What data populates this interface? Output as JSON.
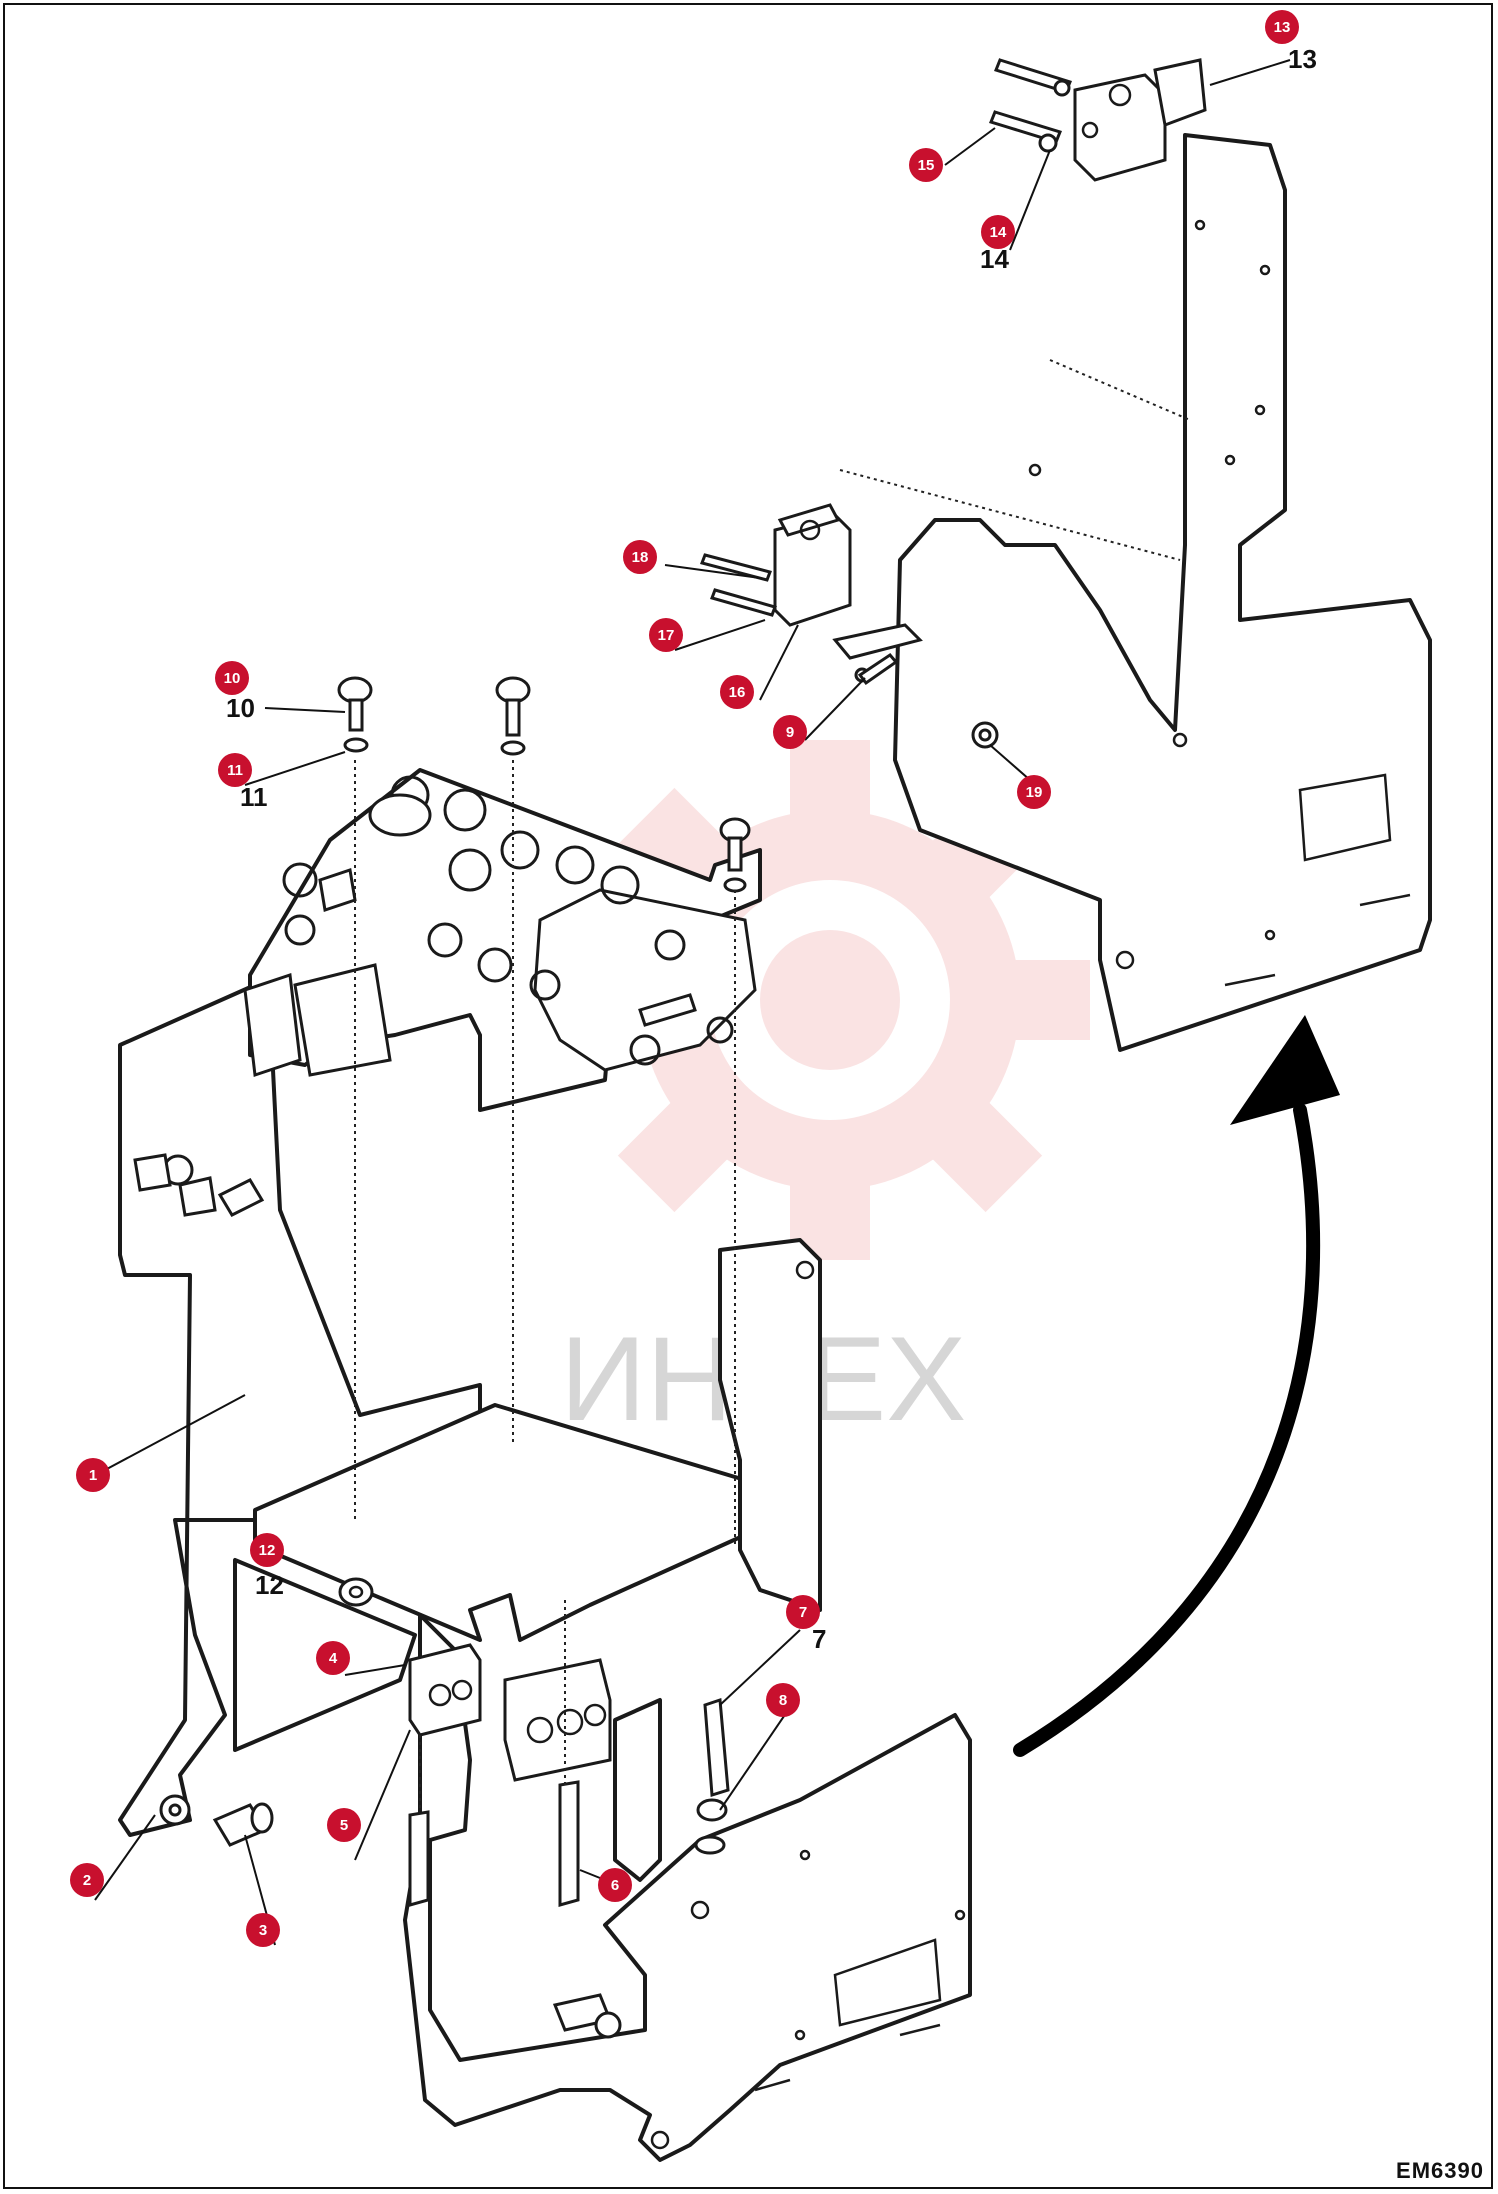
{
  "watermark": {
    "text": "ИНТЕХ",
    "color": "#e8a0a0"
  },
  "drawing_code": "EM6390",
  "callout_color": "#c8102e",
  "callouts": [
    {
      "number": "1",
      "label": ""
    },
    {
      "number": "2",
      "label": ""
    },
    {
      "number": "3",
      "label": ""
    },
    {
      "number": "4",
      "label": ""
    },
    {
      "number": "5",
      "label": ""
    },
    {
      "number": "6",
      "label": ""
    },
    {
      "number": "7",
      "label": "7"
    },
    {
      "number": "8",
      "label": ""
    },
    {
      "number": "9",
      "label": ""
    },
    {
      "number": "10",
      "label": "10"
    },
    {
      "number": "11",
      "label": "11"
    },
    {
      "number": "12",
      "label": "12"
    },
    {
      "number": "13",
      "label": "13"
    },
    {
      "number": "14",
      "label": "14"
    },
    {
      "number": "15",
      "label": ""
    },
    {
      "number": "16",
      "label": ""
    },
    {
      "number": "17",
      "label": ""
    },
    {
      "number": "18",
      "label": ""
    },
    {
      "number": "19",
      "label": ""
    }
  ]
}
